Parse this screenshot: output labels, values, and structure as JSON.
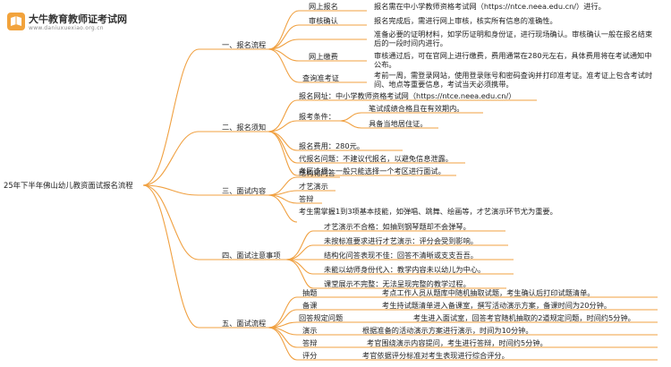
{
  "brand": {
    "name": "大牛教育教师证考试网",
    "url": "www.daniuxuexiao.org.cn"
  },
  "root": "25年下半年佛山幼儿教资面试报名流程",
  "colors": {
    "line": "#f0a040",
    "text": "#222222",
    "brand": "#f2a33c"
  },
  "sections": [
    {
      "title": "一、报名流程",
      "items": [
        {
          "label": "网上报名",
          "desc": "报名需在中小学教师资格考试网（https://ntce.neea.edu.cn/）进行。"
        },
        {
          "label": "审核确认",
          "desc": "报名完成后，需进行网上审核，核实所有信息的准确性。"
        },
        {
          "label": "",
          "desc": "准备必要的证明材料，如学历证明和身份证，进行现场确认。审核确认一般在报名结束后的一段时间内进行。"
        },
        {
          "label": "网上缴费",
          "desc": "审核通过后，可在官网上进行缴费，费用通常在280元左右，具体费用将在考试通知中公布。"
        },
        {
          "label": "查询准考证",
          "desc": "考前一周，需登录网站，使用登录账号和密码查询并打印准考证。准考证上包含考试时间、地点等重要信息，考试当天必须携带。"
        }
      ]
    },
    {
      "title": "二、报名须知",
      "items": [
        {
          "label": "报名网址：中小学教师资格考试网（https://ntce.neea.edu.cn/）"
        },
        {
          "label": "报考条件：",
          "subs": [
            "笔试成绩合格且在有效期内。",
            "具备当地居住证。"
          ]
        },
        {
          "label": "报名费用：280元。"
        },
        {
          "label": "代报名问题：不建议代报名，以避免信息泄露。"
        },
        {
          "label": "考区选择：一般只能选择一个考区进行面试。"
        }
      ]
    },
    {
      "title": "三、面试内容",
      "items": [
        {
          "label": "结构化问答"
        },
        {
          "label": "才艺演示"
        },
        {
          "label": "答辩"
        },
        {
          "label": "考生需掌握1到3项基本技能，如弹唱、跳舞、绘画等，才艺演示环节尤为重要。"
        }
      ]
    },
    {
      "title": "四、面试注意事项",
      "items": [
        {
          "label": "才艺演示不合格：如抽到钢琴题却不会弹琴。"
        },
        {
          "label": "未按标准要求进行才艺演示：评分会受到影响。"
        },
        {
          "label": "结构化问答表现不佳：回答不清晰或支支吾吾。"
        },
        {
          "label": "未能以幼师身份代入：教学内容未以幼儿为中心。"
        },
        {
          "label": "课堂展示不完整：无法呈现完整的教学过程。"
        }
      ]
    },
    {
      "title": "五、面试流程",
      "items": [
        {
          "label": "抽题",
          "desc": "考点工作人员从题库中随机抽取试题，考生确认后打印试题清单。"
        },
        {
          "label": "备课",
          "desc": "考生持试题清单进入备课室，撰写活动演示方案，备课时间为20分钟。"
        },
        {
          "label": "回答规定问题",
          "desc": "考生进入面试室，回答考官随机抽取的2道规定问题，时间约5分钟。"
        },
        {
          "label": "演示",
          "desc": "根据准备的活动演示方案进行演示，时间为10分钟。"
        },
        {
          "label": "答辩",
          "desc": "考官围绕演示内容提问，考生进行答辩，时间约5分钟。"
        },
        {
          "label": "评分",
          "desc": "考官依据评分标准对考生表现进行综合评分。"
        }
      ]
    }
  ]
}
